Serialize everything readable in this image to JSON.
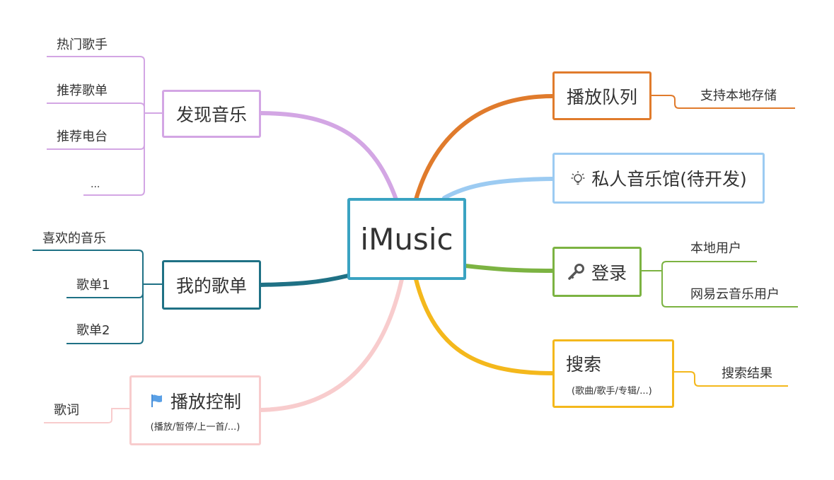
{
  "center": {
    "label": "iMusic"
  },
  "branches": {
    "discover": {
      "label": "发现音乐",
      "color": "#d3a6e4",
      "children": [
        "热门歌手",
        "推荐歌单",
        "推荐电台",
        "..."
      ]
    },
    "playlist": {
      "label": "我的歌单",
      "color": "#1f7185",
      "children": [
        "喜欢的音乐",
        "歌单1",
        "歌单2"
      ]
    },
    "control": {
      "label": "播放控制",
      "sublabel": "(播放/暂停/上一首/...)",
      "color": "#f8cccd",
      "icon": "flag-icon",
      "children": [
        "歌词"
      ]
    },
    "queue": {
      "label": "播放队列",
      "color": "#e07b2c",
      "children": [
        "支持本地存储"
      ]
    },
    "private": {
      "label": "私人音乐馆(待开发)",
      "color": "#9ccbf2",
      "icon": "lightbulb-icon",
      "children": []
    },
    "login": {
      "label": "登录",
      "color": "#7cb342",
      "icon": "key-icon",
      "children": [
        "本地用户",
        "网易云音乐用户"
      ]
    },
    "search": {
      "label": "搜索",
      "sublabel": "(歌曲/歌手/专辑/...)",
      "color": "#f4b81c",
      "children": [
        "搜索结果"
      ]
    }
  },
  "colors": {
    "center_border": "#3aa3c2"
  }
}
